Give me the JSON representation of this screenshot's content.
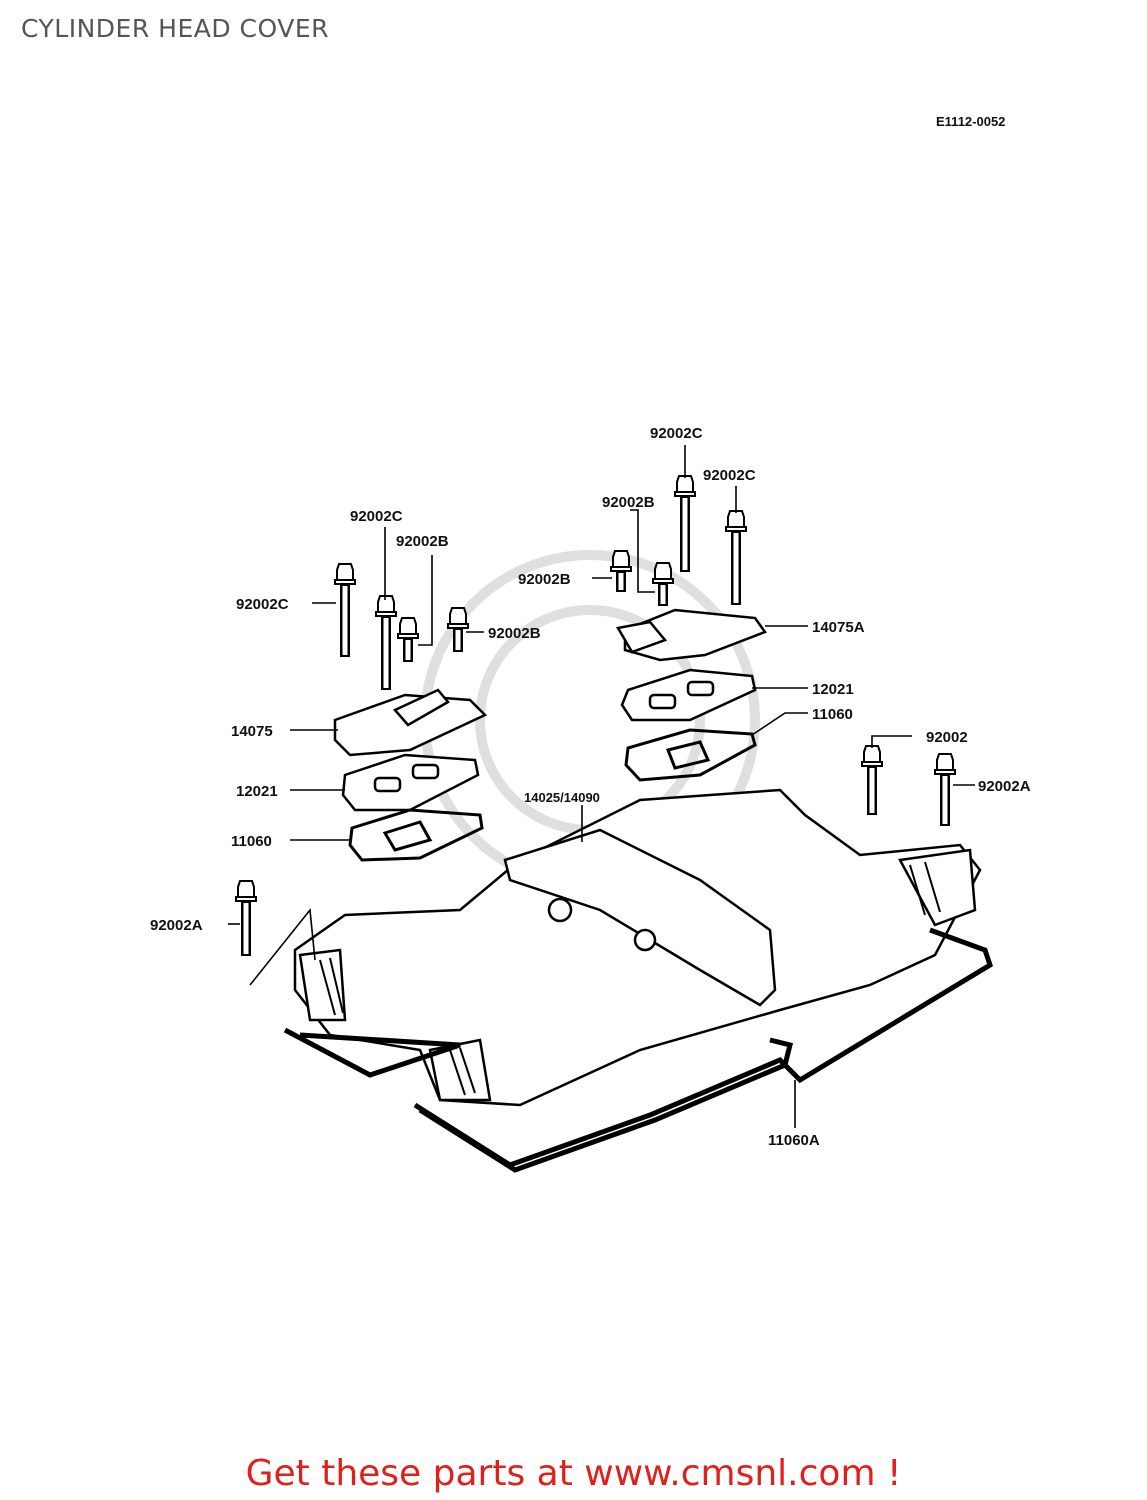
{
  "header": {
    "title": "CYLINDER HEAD COVER",
    "diagram_code": "E1112-0052"
  },
  "parts": {
    "bolt_c_top": "92002C",
    "bolt_c_top_right": "92002C",
    "bolt_b_top_right": "92002B",
    "bolt_b_mid_right": "92002B",
    "cap_right": "14075A",
    "gasket_right": "12021",
    "seal_right": "11060",
    "bolt_c_left_top": "92002C",
    "bolt_b_left_top": "92002B",
    "bolt_c_left": "92002C",
    "bolt_b_left": "92002B",
    "cap_left": "14075",
    "gasket_left": "12021",
    "seal_left": "11060",
    "cover": "14025/14090",
    "bolt_right": "92002",
    "bolt_a_right": "92002A",
    "bolt_a_left": "92002A",
    "cover_gasket": "11060A"
  },
  "footer": {
    "promo": "Get these parts at www.cmsnl.com !",
    "promo_color": "#e0211b"
  }
}
